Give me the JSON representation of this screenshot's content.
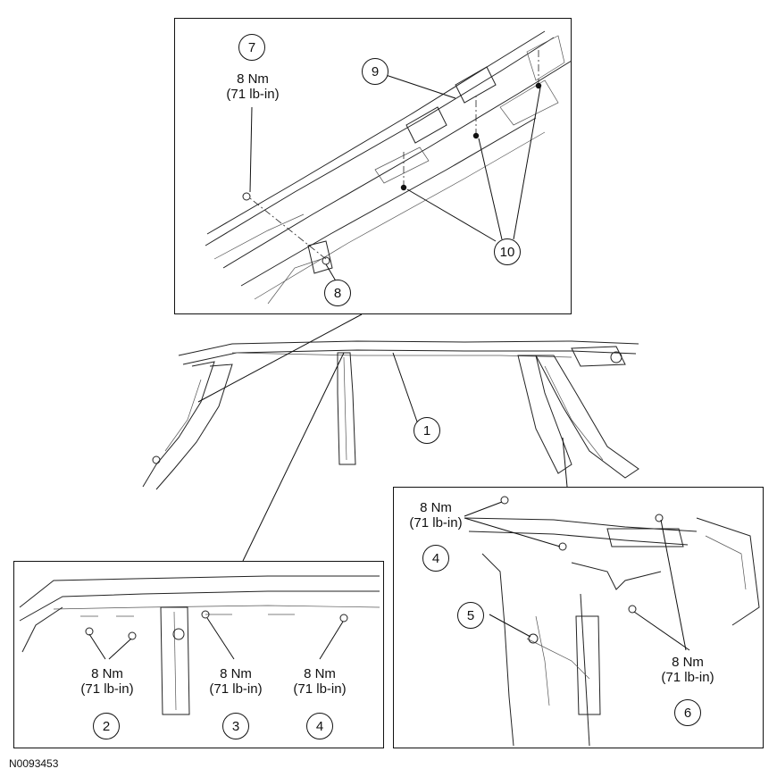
{
  "figure_id": "N0093453",
  "callouts": {
    "c1": "1",
    "c2": "2",
    "c3": "3",
    "c4a": "4",
    "c4b": "4",
    "c5": "5",
    "c6": "6",
    "c7": "7",
    "c8": "8",
    "c9": "9",
    "c10": "10"
  },
  "torque": {
    "t7": {
      "nm": "8 Nm",
      "lbin": "(71 lb-in)"
    },
    "t2": {
      "nm": "8 Nm",
      "lbin": "(71 lb-in)"
    },
    "t3": {
      "nm": "8 Nm",
      "lbin": "(71 lb-in)"
    },
    "t4a": {
      "nm": "8 Nm",
      "lbin": "(71 lb-in)"
    },
    "t4b": {
      "nm": "8 Nm",
      "lbin": "(71 lb-in)"
    },
    "t6": {
      "nm": "8 Nm",
      "lbin": "(71 lb-in)"
    }
  }
}
